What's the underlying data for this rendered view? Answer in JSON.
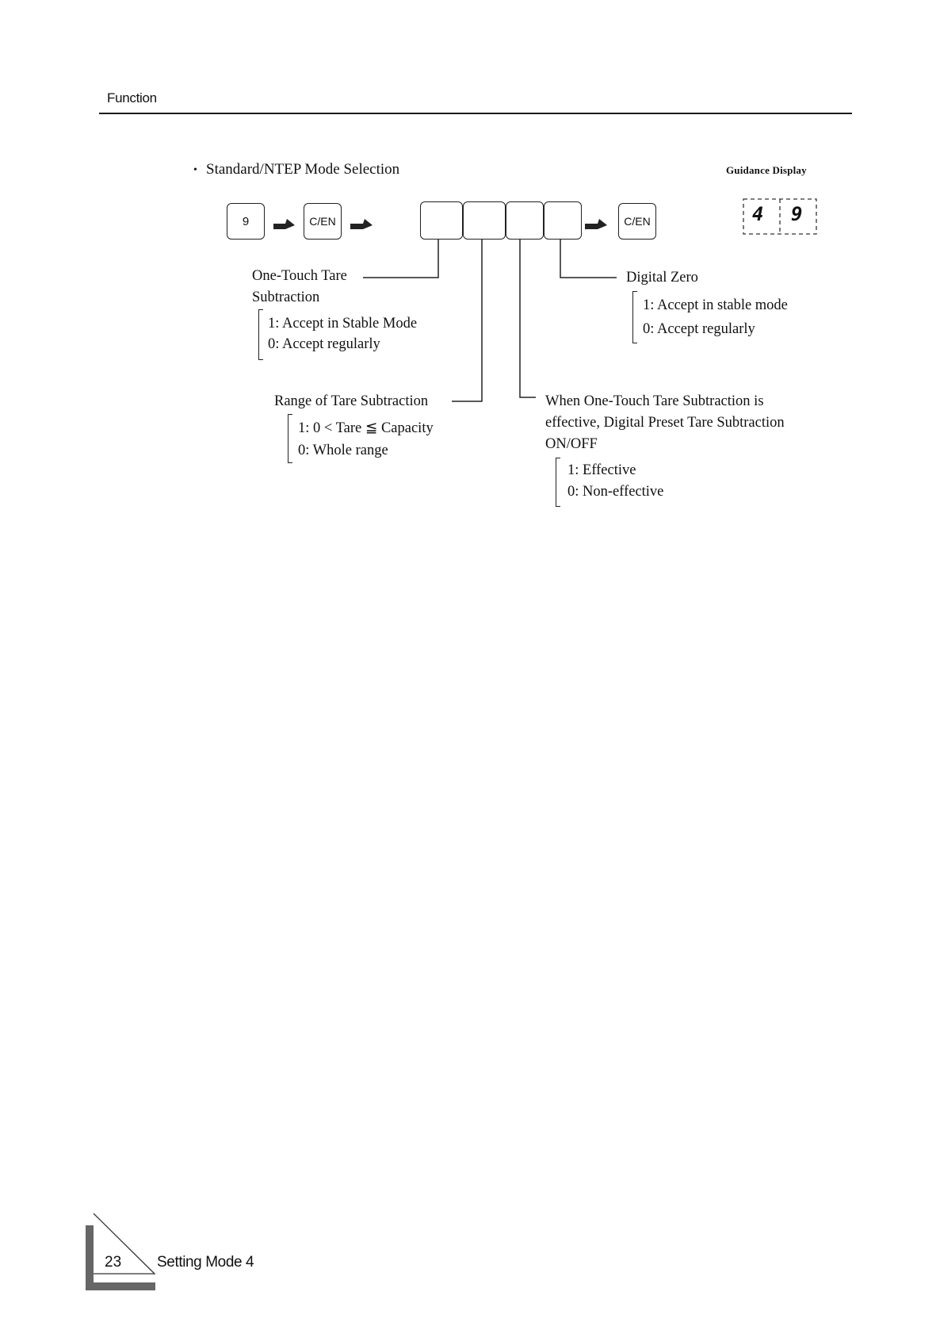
{
  "header": {
    "title": "Function"
  },
  "section": {
    "bullet": "•",
    "title": "Standard/NTEP Mode Selection"
  },
  "guidance": {
    "title": "Guidance Display",
    "digit1": "4",
    "digit2": "9"
  },
  "keys": {
    "nine": "9",
    "cen_first": "C/EN",
    "cen_second": "C/EN"
  },
  "digits": {
    "one_touch": {
      "line1": "One-Touch Tare",
      "line2": "Subtraction",
      "opt1": "1: Accept in Stable Mode",
      "opt0": "0: Accept regularly"
    },
    "range": {
      "title": "Range of Tare Subtraction",
      "opt1": "1: 0 < Tare ≦ Capacity",
      "opt0": "0: Whole range"
    },
    "preset": {
      "line1": "When One-Touch Tare Subtraction is",
      "line2": "effective, Digital Preset Tare Subtraction",
      "line3": "ON/OFF",
      "opt1": "1: Effective",
      "opt0": "0: Non-effective"
    },
    "digital_zero": {
      "title": "Digital Zero",
      "opt1": "1: Accept in stable mode",
      "opt0": "0: Accept regularly"
    }
  },
  "footer": {
    "page_number": "23",
    "label": "Setting Mode 4"
  }
}
